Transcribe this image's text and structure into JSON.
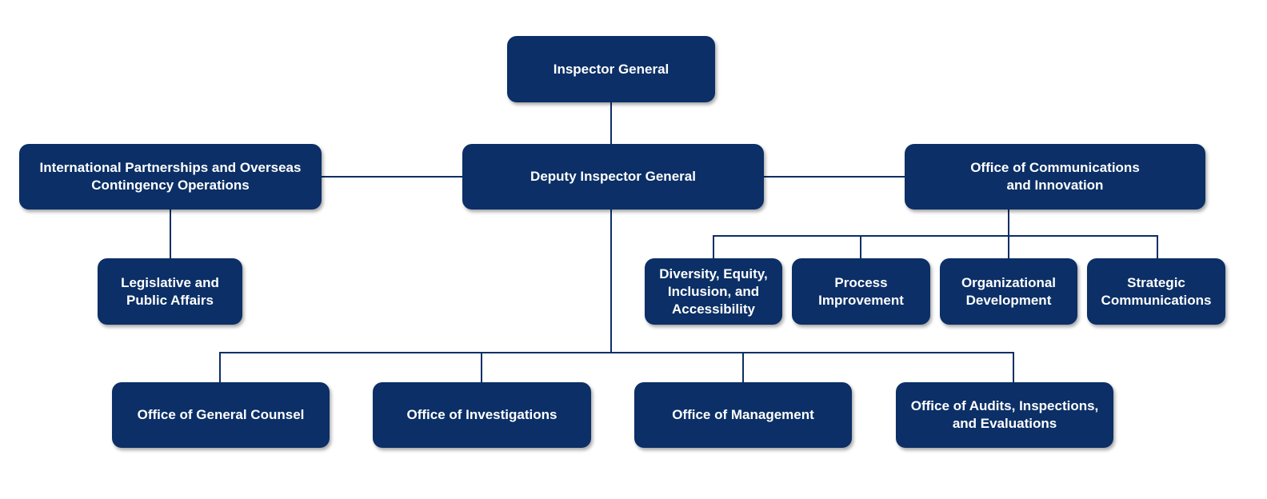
{
  "org_chart": {
    "inspector_general": "Inspector General",
    "deputy_inspector_general": "Deputy Inspector General",
    "international_partnerships": "International Partnerships and Overseas\nContingency Operations",
    "legislative_public_affairs": "Legislative and\nPublic Affairs",
    "communications_innovation": "Office of Communications\nand Innovation",
    "diversity_equity": "Diversity, Equity,\nInclusion, and\nAccessibility",
    "process_improvement": "Process\nImprovement",
    "organizational_development": "Organizational\nDevelopment",
    "strategic_communications": "Strategic\nCommunications",
    "general_counsel": "Office of General Counsel",
    "investigations": "Office of Investigations",
    "management": "Office of Management",
    "audits_inspections": "Office of Audits, Inspections,\nand Evaluations"
  },
  "colors": {
    "box_fill": "#0b2f66",
    "connector": "#0b2f66",
    "text": "#ffffff"
  }
}
